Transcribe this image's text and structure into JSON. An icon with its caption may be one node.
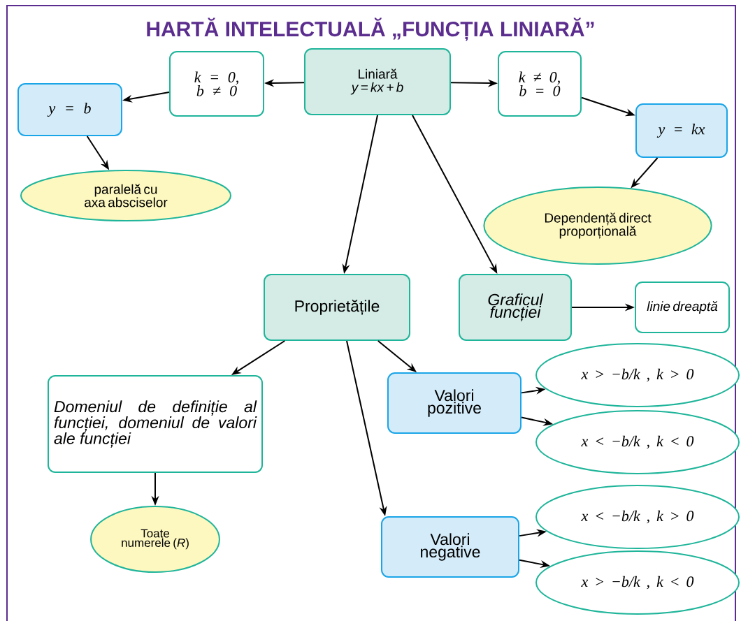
{
  "diagram": {
    "title": "HARTĂ INTELECTUALĂ  „FUNCȚIA LINIARĂ”",
    "nodes": [
      {
        "text": [
          "Liniară",
          "y = kx + b"
        ]
      },
      {
        "text": [
          "k = 0, b ≠ 0"
        ]
      },
      {
        "text": [
          "k ≠ 0, b = 0"
        ]
      },
      {
        "text": [
          "y = b"
        ]
      },
      {
        "text": [
          "paralelă cu axa absciselor"
        ]
      },
      {
        "text": [
          "y = kx"
        ]
      },
      {
        "text": [
          "Dependență direct proporțională"
        ]
      },
      {
        "text": [
          "Proprietățile"
        ]
      },
      {
        "text": [
          "Graficul funcției"
        ]
      },
      {
        "text": [
          "linie dreaptă"
        ]
      },
      {
        "text": [
          "Domeniul de definiție al funcției, domeniul de valori ale funcției"
        ]
      },
      {
        "text": [
          "Valori pozitive"
        ]
      },
      {
        "text": [
          "x > −b/k , k > 0"
        ]
      },
      {
        "text": [
          "x < −b/k , k < 0"
        ]
      },
      {
        "text": [
          "Toate numerele (*R*)"
        ]
      },
      {
        "text": [
          "Valori negative"
        ]
      },
      {
        "text": [
          "x < −b/k , k > 0"
        ]
      },
      {
        "text": [
          "x > −b/k , k < 0"
        ]
      }
    ],
    "edges": [
      {
        "from": 0,
        "to": 1,
        "arrow": "to"
      },
      {
        "from": 1,
        "to": 3,
        "arrow": "to"
      },
      {
        "from": 3,
        "to": 4,
        "arrow": "to"
      },
      {
        "from": 0,
        "to": 2,
        "arrow": "to"
      },
      {
        "from": 2,
        "to": 5,
        "arrow": "to"
      },
      {
        "from": 5,
        "to": 6,
        "arrow": "to"
      },
      {
        "from": 0,
        "to": 7,
        "arrow": "to"
      },
      {
        "from": 0,
        "to": 8,
        "arrow": "to"
      },
      {
        "from": 8,
        "to": 9,
        "arrow": "to"
      },
      {
        "from": 7,
        "to": 10,
        "arrow": "to"
      },
      {
        "from": 7,
        "to": 11,
        "arrow": "to"
      },
      {
        "from": 7,
        "to": 15,
        "arrow": "to"
      },
      {
        "from": 10,
        "to": 14,
        "arrow": "to"
      },
      {
        "from": 11,
        "to": 12,
        "arrow": "to"
      },
      {
        "from": 11,
        "to": 13,
        "arrow": "to"
      },
      {
        "from": 15,
        "to": 16,
        "arrow": "to"
      },
      {
        "from": 15,
        "to": 17,
        "arrow": "to"
      }
    ]
  }
}
